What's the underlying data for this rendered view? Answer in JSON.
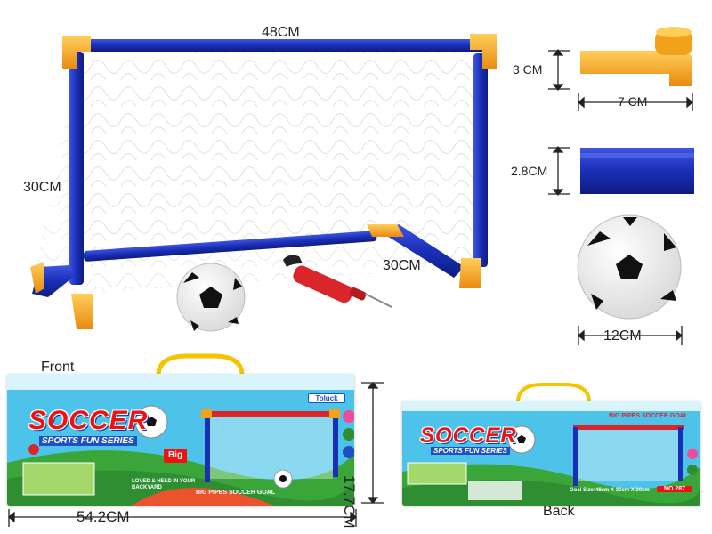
{
  "labels": {
    "goal_width": "48CM",
    "goal_height": "30CM",
    "goal_depth": "30CM",
    "connector_height": "3 CM",
    "connector_length": "7  CM",
    "pipe_diameter": "2.8CM",
    "ball_diameter": "12CM",
    "box_height": "17.7CM",
    "box_width": "54.2CM",
    "front": "Front",
    "back": "Back"
  },
  "box_front": {
    "brand_word": "SOCCER",
    "series_text": "SPORTS FUN SERIES",
    "logo_text": "Toluck",
    "goal_caption": "BIG PIPES SOCCER GOAL",
    "tagline": "LOVED & HELD IN YOUR BACKYARD",
    "big_badge": "Big"
  },
  "box_back": {
    "brand_word": "SOCCER",
    "series_text": "SPORTS FUN SERIES",
    "title": "BIG PIPES SOCCER GOAL",
    "size_note": "Goal Size:48cm X 30cm X 30cm",
    "item_no": "NO.287"
  },
  "colors": {
    "pipe_blue": "#1a2fb8",
    "connector_orange": "#f2a21a",
    "pump_red": "#d8262a",
    "box_sky": "#4ec3ea",
    "box_grass": "#3aa63a"
  }
}
